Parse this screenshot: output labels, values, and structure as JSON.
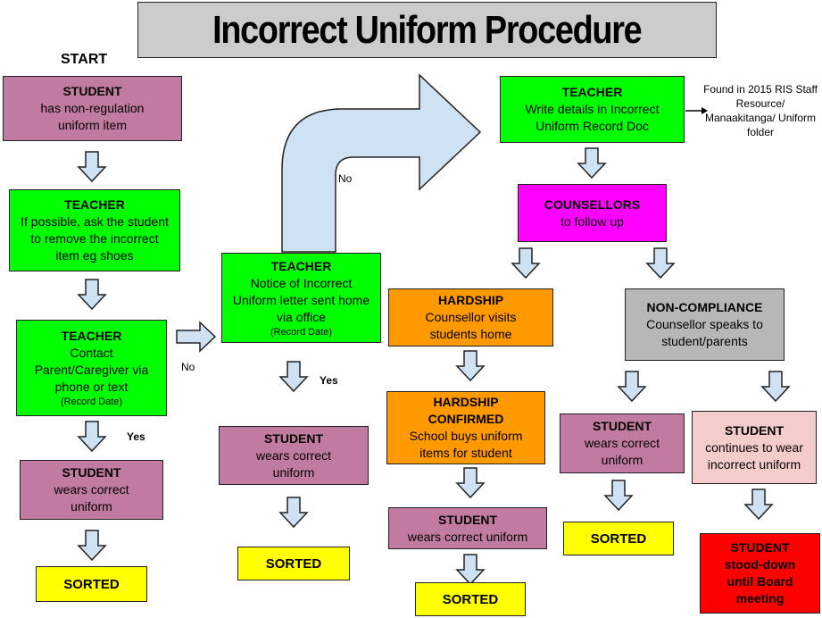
{
  "title": "Incorrect Uniform Procedure",
  "start_label": "START",
  "colors": {
    "student": "#c27ba0",
    "teacher": "#00ff00",
    "counsellors": "#ff00ff",
    "hardship": "#ff9900",
    "non_compliance": "#b7b7b7",
    "continues": "#f4cccc",
    "stood_down": "#ff0000",
    "sorted": "#ffff00",
    "arrow_fill": "#cfe2f3"
  },
  "labels": {
    "no_1": "No",
    "no_2": "No",
    "yes_1": "Yes",
    "yes_2": "Yes"
  },
  "nodes": {
    "student_start": {
      "heading": "STUDENT",
      "text": "has non-regulation uniform item"
    },
    "teacher_remove": {
      "heading": "TEACHER",
      "text": "If possible, ask the student to remove the incorrect item eg shoes"
    },
    "teacher_contact": {
      "heading": "TEACHER",
      "text": "Contact Parent/Caregiver via phone or text",
      "note": "(Record Date)"
    },
    "student_correct_1": {
      "heading": "STUDENT",
      "text": "wears correct uniform"
    },
    "sorted_1": {
      "text": "SORTED"
    },
    "teacher_letter": {
      "heading": "TEACHER",
      "text": "Notice of Incorrect Uniform letter sent home via office",
      "note": "(Record Date)"
    },
    "student_correct_2": {
      "heading": "STUDENT",
      "text": "wears correct uniform"
    },
    "sorted_2": {
      "text": "SORTED"
    },
    "teacher_record": {
      "heading": "TEACHER",
      "text": "Write details in Incorrect Uniform Record Doc"
    },
    "found_in": {
      "text": "Found in 2015 RIS Staff Resource/ Manaakitanga/ Uniform folder"
    },
    "counsellors": {
      "heading": "COUNSELLORS",
      "text": "to follow up"
    },
    "hardship": {
      "heading": "HARDSHIP",
      "text": "Counsellor visits students home"
    },
    "hardship_confirmed": {
      "heading": "HARDSHIP CONFIRMED",
      "text": "School buys uniform items for student"
    },
    "student_correct_3": {
      "heading": "STUDENT",
      "text": "wears correct uniform"
    },
    "sorted_3": {
      "text": "SORTED"
    },
    "non_compliance": {
      "heading": "NON-COMPLIANCE",
      "text": "Counsellor speaks to student/parents"
    },
    "student_correct_4": {
      "heading": "STUDENT",
      "text": "wears correct uniform"
    },
    "sorted_4": {
      "text": "SORTED"
    },
    "student_continues": {
      "heading": "STUDENT",
      "text": "continues to wear incorrect uniform"
    },
    "stood_down": {
      "text": "STUDENT stood-down until Board meeting"
    }
  }
}
